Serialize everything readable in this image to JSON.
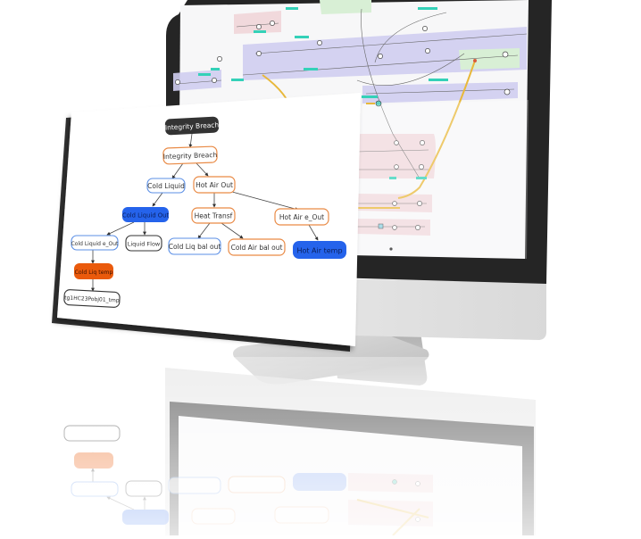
{
  "scene": {
    "description": "Product render: desktop monitor showing a process-flow diagram with a floating fault-tree panel in front and a mirrored reflection below",
    "colors": {
      "bezel": "#252525",
      "monitor_chin": "#d8d8d8",
      "stand": "#c9c9c9",
      "screen_bg": "#f7f7f8",
      "lane_purple": "#cfcdf0",
      "lane_pink": "#f1d9dc",
      "lane_green": "#d8efd5",
      "tag_teal": "#34d1b8",
      "flow_yellow": "#e8b83a",
      "node_orange": "#e98a45",
      "node_blue_outline": "#5b8fe6",
      "node_blue_fill": "#2563eb",
      "node_orange_fill": "#ea5a0c",
      "node_dark_fill": "#333333"
    }
  },
  "fault_tree": {
    "root": {
      "id": "n0",
      "label": "Integrity Breach",
      "style": "dark-fill"
    },
    "nodes": [
      {
        "id": "n1",
        "label": "Integrity Breach",
        "style": "orange-outline",
        "parent": "n0"
      },
      {
        "id": "n2",
        "label": "Cold Liquid",
        "style": "blue-outline",
        "parent": "n1"
      },
      {
        "id": "n3",
        "label": "Hot Air Out",
        "style": "orange-outline",
        "parent": "n1"
      },
      {
        "id": "n4",
        "label": "Cold Liquid Out",
        "style": "blue-fill",
        "parent": "n2"
      },
      {
        "id": "n5",
        "label": "Heat Transf",
        "style": "orange-outline",
        "parent": "n3"
      },
      {
        "id": "n6",
        "label": "Hot Air e_Out",
        "style": "orange-outline",
        "parent": "n3"
      },
      {
        "id": "n7",
        "label": "Cold Liquid e_Out",
        "style": "blue-outline",
        "parent": "n4"
      },
      {
        "id": "n8",
        "label": "Liquid Flow",
        "style": "dark-outline",
        "parent": "n4"
      },
      {
        "id": "n9",
        "label": "Cold Liq bal out",
        "style": "blue-outline",
        "parent": "n5"
      },
      {
        "id": "n10",
        "label": "Cold Air bal out",
        "style": "orange-outline",
        "parent": "n5"
      },
      {
        "id": "n11",
        "label": "Hot Air temp",
        "style": "blue-fill",
        "parent": "n6"
      },
      {
        "id": "n12",
        "label": "Cold Liq temp",
        "style": "orange-fill",
        "parent": "n7"
      },
      {
        "id": "n13",
        "label": "tg1HC23Pobj01_tmp",
        "style": "dark-outline",
        "parent": "n12"
      }
    ]
  },
  "monitor_screen": {
    "content": "process flow diagram with swimlanes (unreadable at this scale)",
    "lanes": [
      {
        "color": "purple",
        "count": 4
      },
      {
        "color": "pink",
        "count": 5
      },
      {
        "color": "green",
        "count": 2
      }
    ]
  }
}
